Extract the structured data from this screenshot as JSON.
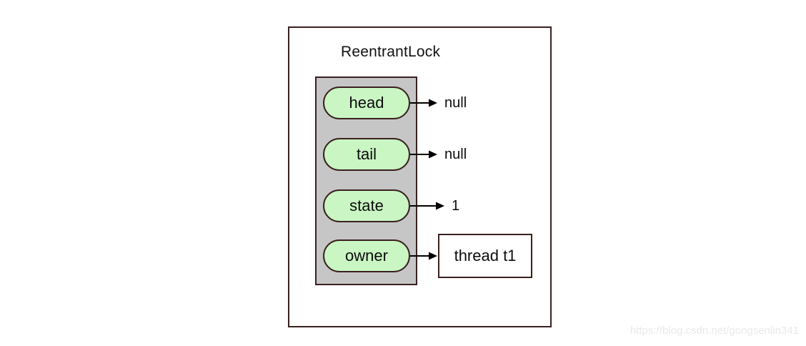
{
  "diagram": {
    "title": "ReentrantLock",
    "fields": [
      {
        "name": "head",
        "value": "null"
      },
      {
        "name": "tail",
        "value": "null"
      },
      {
        "name": "state",
        "value": "1"
      },
      {
        "name": "owner",
        "value": "thread t1"
      }
    ],
    "colors": {
      "pill_fill": "#c9f6c3",
      "pill_border": "#3b2020",
      "container_fill": "#c6c6c6",
      "container_border": "#3b2020",
      "outer_border": "#3b2020",
      "arrow": "#000000",
      "value_box_fill": "#ffffff",
      "value_box_border": "#3b2020",
      "watermark": "#e9e9e9"
    }
  },
  "watermark": {
    "text": "https://blog.csdn.net/gongsenlin341"
  }
}
